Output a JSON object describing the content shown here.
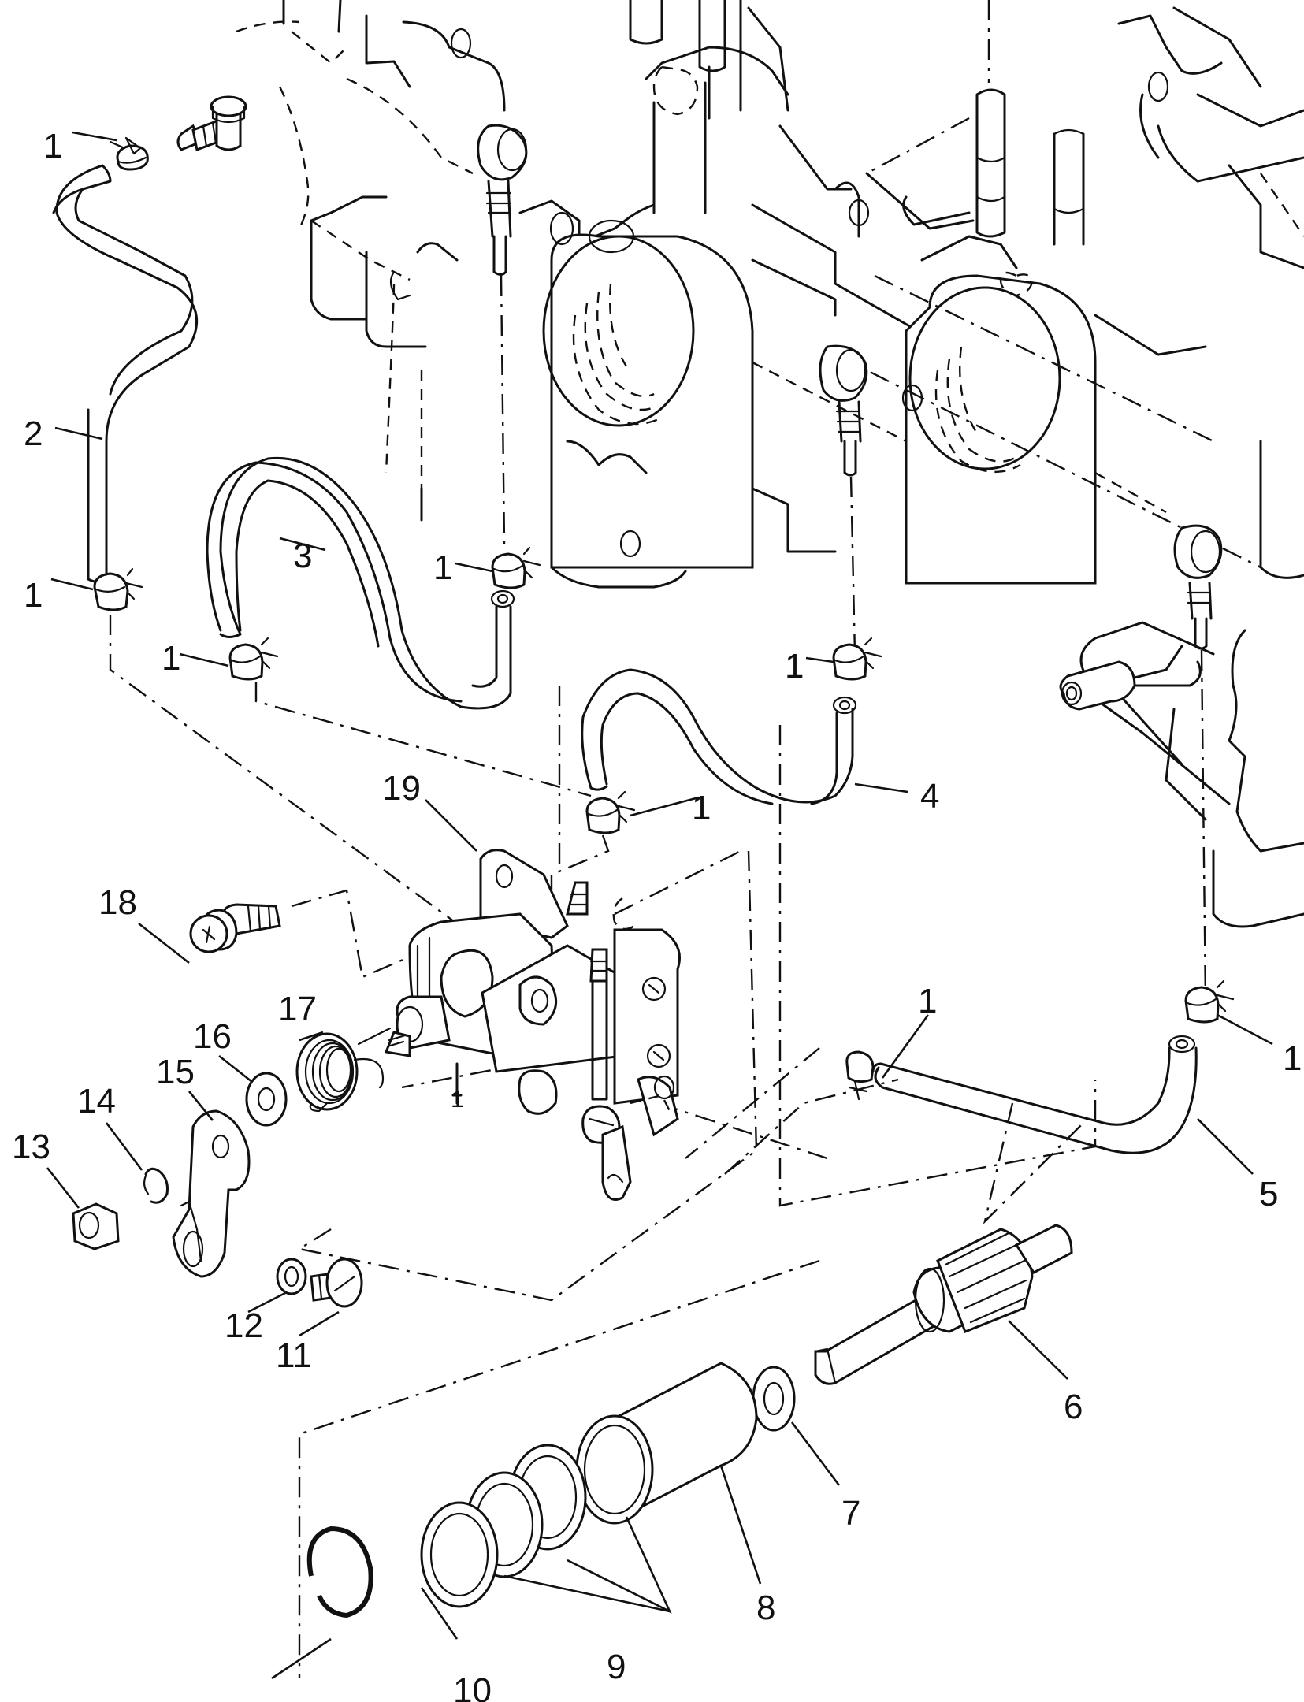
{
  "diagram": {
    "type": "exploded-parts-view",
    "subject": "Oil pump assembly with hoses, clamps and drive gear",
    "line_color": "#111111",
    "background": "#ffffff"
  },
  "callouts": [
    {
      "id": "c1a",
      "label": "1",
      "part": "hose-clamp"
    },
    {
      "id": "c2",
      "label": "2",
      "part": "oil-hose"
    },
    {
      "id": "c1b",
      "label": "1",
      "part": "hose-clamp"
    },
    {
      "id": "c3",
      "label": "3",
      "part": "oil-hose"
    },
    {
      "id": "c1c",
      "label": "1",
      "part": "hose-clamp"
    },
    {
      "id": "c1d",
      "label": "1",
      "part": "hose-clamp"
    },
    {
      "id": "c1e",
      "label": "1",
      "part": "hose-clamp"
    },
    {
      "id": "c4",
      "label": "4",
      "part": "oil-hose"
    },
    {
      "id": "c1f",
      "label": "1",
      "part": "hose-clamp"
    },
    {
      "id": "c19",
      "label": "19",
      "part": "oil-pump"
    },
    {
      "id": "c18",
      "label": "18",
      "part": "mounting-bolt"
    },
    {
      "id": "c17",
      "label": "17",
      "part": "torsion-spring"
    },
    {
      "id": "c16",
      "label": "16",
      "part": "washer"
    },
    {
      "id": "c15",
      "label": "15",
      "part": "control-lever"
    },
    {
      "id": "c14",
      "label": "14",
      "part": "circlip"
    },
    {
      "id": "c13",
      "label": "13",
      "part": "nut"
    },
    {
      "id": "c1g",
      "label": "1",
      "part": "pump-marking"
    },
    {
      "id": "c1h",
      "label": "1",
      "part": "hose-clamp"
    },
    {
      "id": "c1i",
      "label": "1",
      "part": "hose-clamp"
    },
    {
      "id": "c5",
      "label": "5",
      "part": "oil-hose"
    },
    {
      "id": "c12",
      "label": "12",
      "part": "washer"
    },
    {
      "id": "c11",
      "label": "11",
      "part": "screw"
    },
    {
      "id": "c6",
      "label": "6",
      "part": "drive-gear-shaft"
    },
    {
      "id": "c7",
      "label": "7",
      "part": "washer"
    },
    {
      "id": "c8",
      "label": "8",
      "part": "bushing"
    },
    {
      "id": "c9",
      "label": "9",
      "part": "o-rings"
    },
    {
      "id": "c10",
      "label": "10",
      "part": "circlip"
    }
  ]
}
